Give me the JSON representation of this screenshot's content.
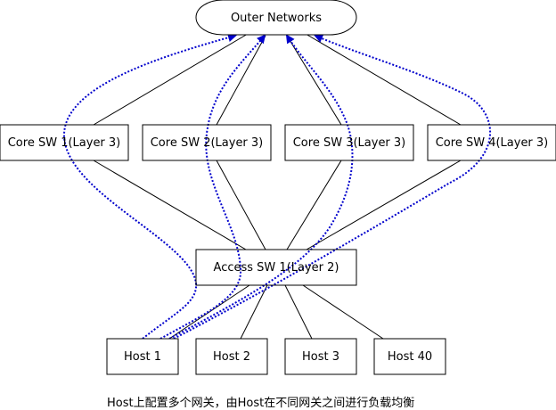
{
  "nodes": {
    "outer": "Outer Networks",
    "core1": "Core SW 1(Layer 3)",
    "core2": "Core SW 2(Layer 3)",
    "core3": "Core SW 3(Layer 3)",
    "core4": "Core SW 4(Layer 3)",
    "access": "Access SW 1(Layer 2)",
    "host1": "Host 1",
    "host2": "Host 2",
    "host3": "Host 3",
    "host40": "Host 40"
  },
  "caption": "Host上配置多个网关，由Host在不同网关之间进行负载均衡",
  "colors": {
    "line": "#000000",
    "dotted_path": "#0000cc",
    "node_border": "#000000",
    "node_fill": "#ffffff"
  }
}
